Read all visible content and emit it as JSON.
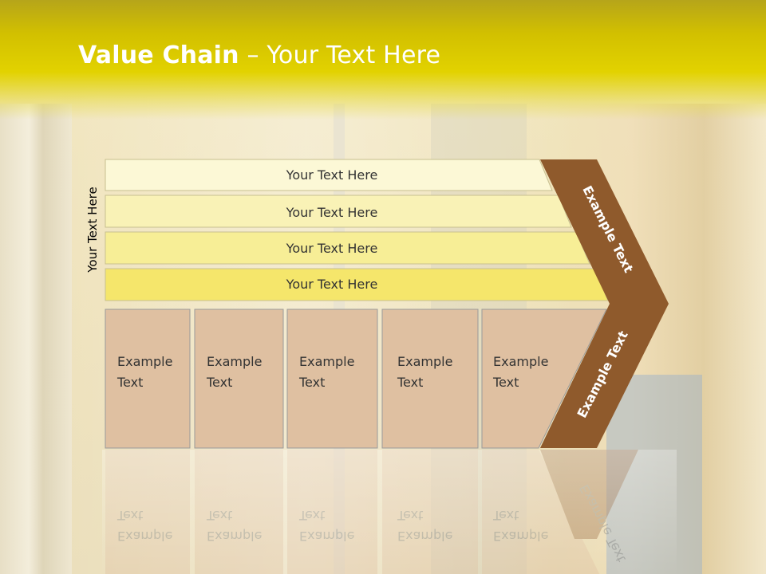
{
  "title": {
    "bold": "Value Chain",
    "rest": " – Your Text Here"
  },
  "side_label": "Your Text Here",
  "rows": [
    {
      "label": "Your Text Here",
      "color": "#fcf8d6"
    },
    {
      "label": "Your Text Here",
      "color": "#f9f2b6"
    },
    {
      "label": "Your Text Here",
      "color": "#f7ee96"
    },
    {
      "label": "Your Text Here",
      "color": "#f5e66b"
    }
  ],
  "boxes": [
    {
      "line1": "Example",
      "line2": "Text"
    },
    {
      "line1": "Example",
      "line2": "Text"
    },
    {
      "line1": "Example",
      "line2": "Text"
    },
    {
      "line1": "Example",
      "line2": "Text"
    },
    {
      "line1": "Example",
      "line2": "Text"
    }
  ],
  "chevron": {
    "upper": "Example Text",
    "lower": "Example Text"
  },
  "colors": {
    "box": "#dfc0a1",
    "box_border": "#9a9a9a",
    "chevron": "#8f5a2c",
    "header": "#d9c800"
  }
}
